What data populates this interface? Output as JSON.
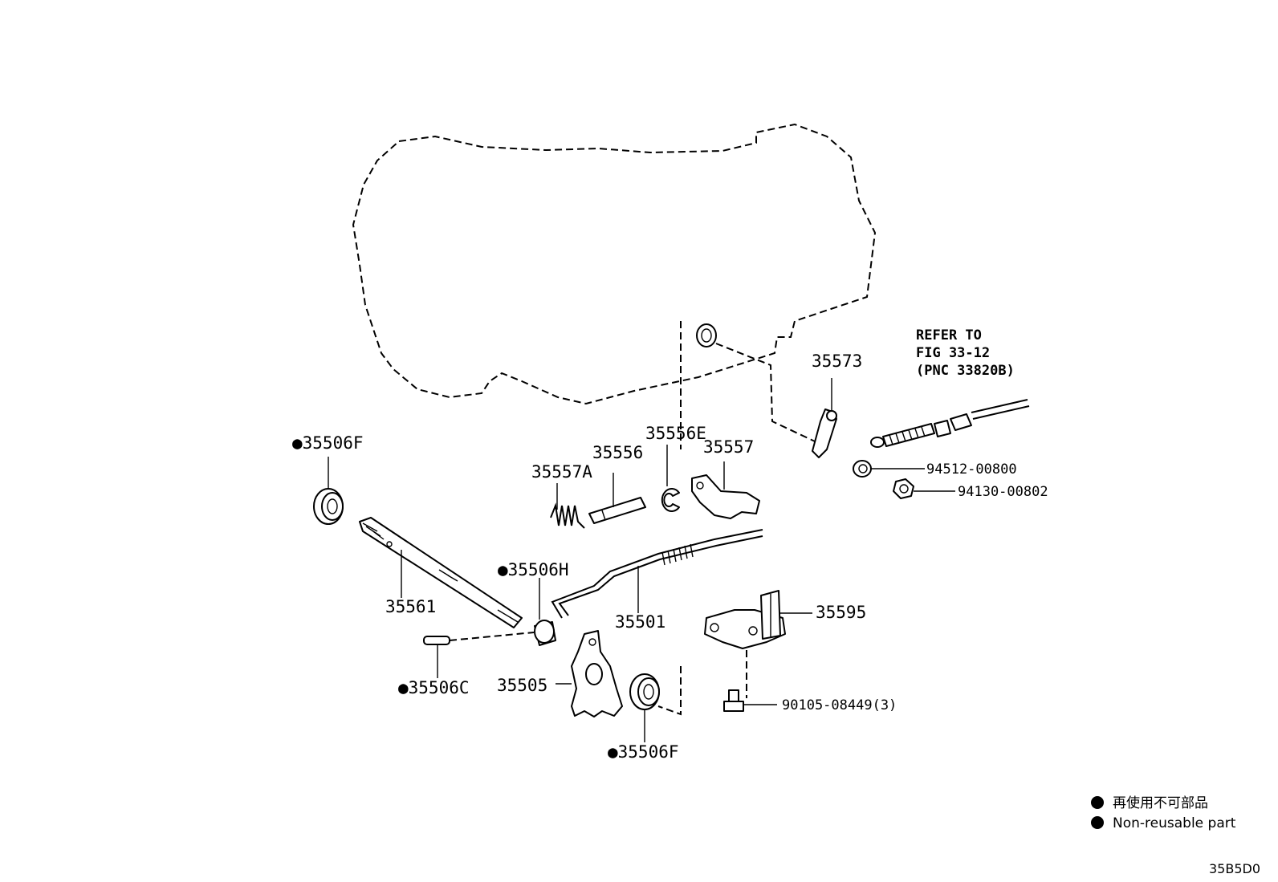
{
  "labels": {
    "p35506F_top": "●35506F",
    "p35561": "35561",
    "p35506H": "●35506H",
    "p35506C": "●35506C",
    "p35505": "35505",
    "p35506F_bottom": "●35506F",
    "p35501": "35501",
    "p35557A": "35557A",
    "p35556": "35556",
    "p35556E": "35556E",
    "p35557": "35557",
    "p35573": "35573",
    "p94512": "94512-00800",
    "p94130": "94130-00802",
    "p35595": "35595",
    "p90105": "90105-08449(3)"
  },
  "refer": {
    "line1": "REFER TO",
    "line2": "FIG 33-12",
    "line3": "(PNC 33820B)"
  },
  "legend": {
    "japanese": "再使用不可部品",
    "english": "Non-reusable part"
  },
  "code": "35B5D0"
}
